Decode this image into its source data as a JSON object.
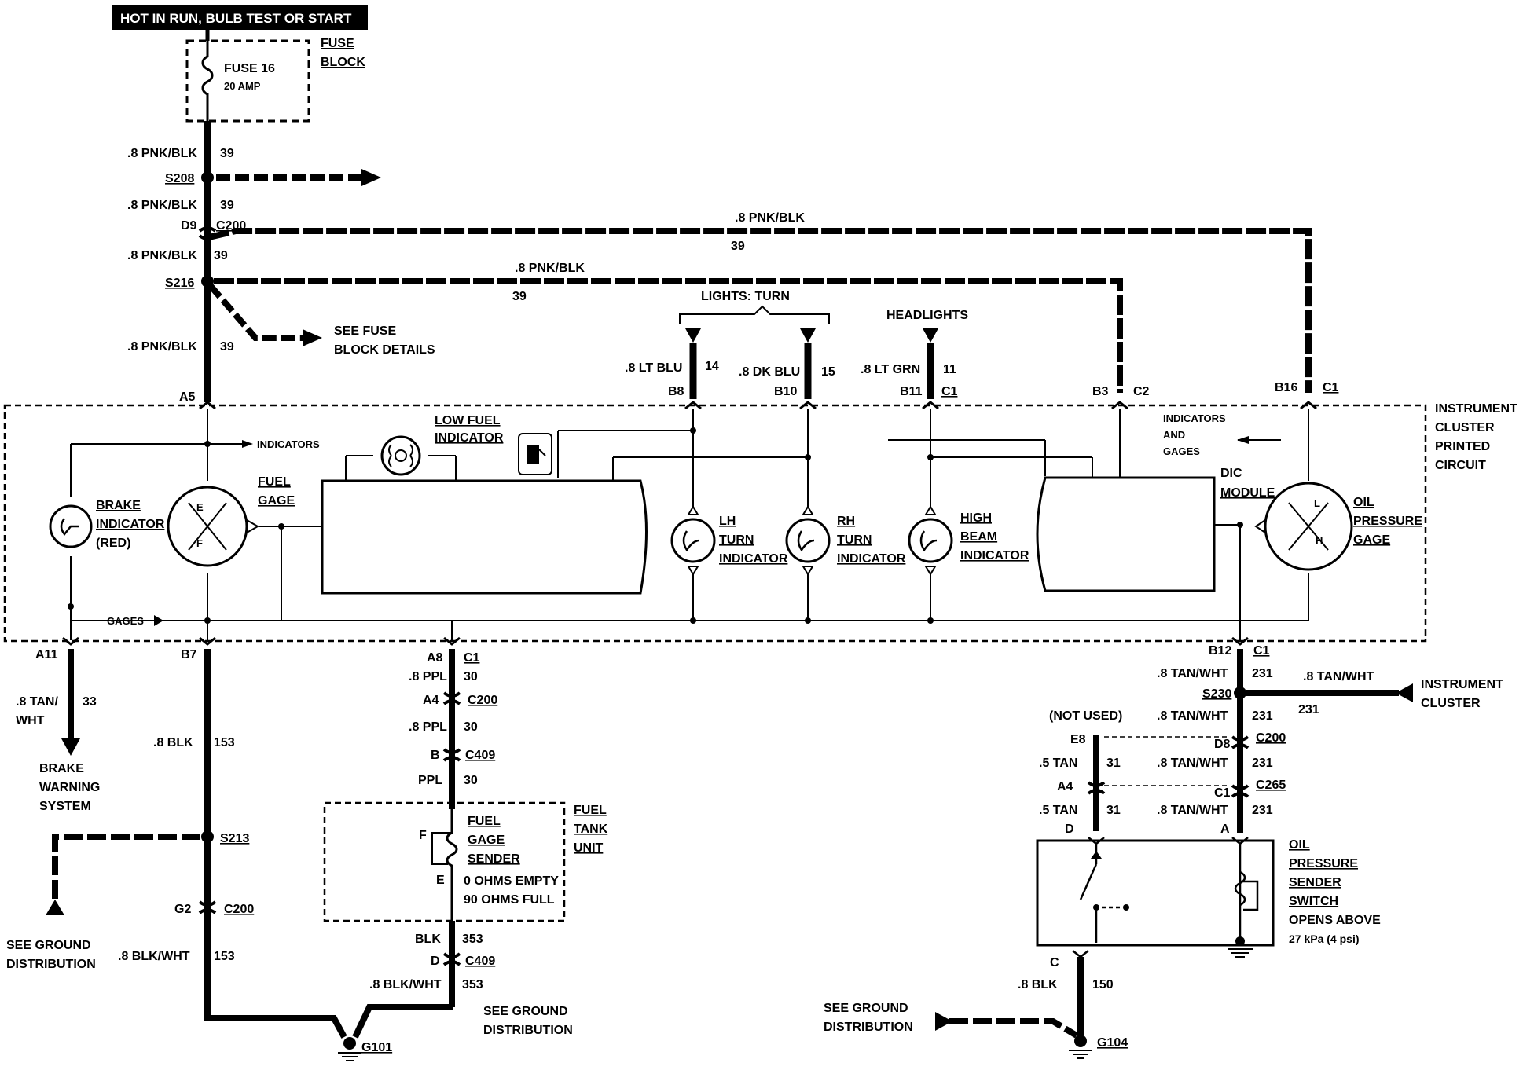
{
  "header": "HOT IN RUN, BULB TEST OR START",
  "fuse_block": {
    "fuse": "FUSE 16",
    "rating": "20 AMP",
    "label_1": "FUSE",
    "label_2": "BLOCK"
  },
  "feed": {
    "wire_1": ".8 PNK/BLK",
    "circuit_1": "39",
    "splice_1": "S208",
    "wire_2": ".8 PNK/BLK",
    "circuit_2": "39",
    "pin_d9": "D9",
    "conn_c200": "C200",
    "wire_3": ".8 PNK/BLK",
    "circuit_3": "39",
    "splice_2": "S216",
    "wire_4": ".8 PNK/BLK",
    "circuit_4": "39",
    "see_fuse_1": "SEE FUSE",
    "see_fuse_2": "BLOCK DETAILS",
    "pin_a5": "A5",
    "top_wire_1": ".8 PNK/BLK",
    "top_circuit_1": "39",
    "top_wire_2": ".8 PNK/BLK",
    "top_circuit_2": "39"
  },
  "lights": {
    "turn_label": "LIGHTS:  TURN",
    "headlights": "HEADLIGHTS",
    "lt_blu": ".8 LT BLU",
    "c14": "14",
    "b8": "B8",
    "dk_blu": ".8 DK BLU",
    "c15": "15",
    "b10": "B10",
    "lt_grn": ".8 LT GRN",
    "c11": "11",
    "b11": "B11",
    "c1a": "C1",
    "b3": "B3",
    "c2": "C2",
    "b16": "B16",
    "c1b": "C1"
  },
  "cluster": {
    "title": [
      "INSTRUMENT",
      "CLUSTER",
      "PRINTED",
      "CIRCUIT"
    ],
    "indicators": "INDICATORS",
    "ind_gages": [
      "INDICATORS",
      "AND",
      "GAGES"
    ],
    "low_fuel": [
      "LOW FUEL",
      "INDICATOR"
    ],
    "fuel_gage": [
      "FUEL",
      "GAGE"
    ],
    "brake": [
      "BRAKE",
      "INDICATOR",
      "(RED)"
    ],
    "lh": [
      "LH",
      "TURN",
      "INDICATOR"
    ],
    "rh": [
      "RH",
      "TURN",
      "INDICATOR"
    ],
    "high": [
      "HIGH",
      "BEAM",
      "INDICATOR"
    ],
    "dic": [
      "DIC",
      "MODULE"
    ],
    "oil": [
      "OIL",
      "PRESSURE",
      "GAGE"
    ],
    "gages": "GAGES",
    "e": "E",
    "f": "F",
    "l": "L",
    "h": "H"
  },
  "brake_warn": {
    "pin": "A11",
    "wire_1": ".8 TAN/",
    "wire_2": "WHT",
    "circuit": "33",
    "sys": [
      "BRAKE",
      "WARNING",
      "SYSTEM"
    ]
  },
  "ground_left": {
    "pin": "B7",
    "wire": ".8 BLK",
    "circuit": "153",
    "splice": "S213",
    "g2": "G2",
    "c200": "C200",
    "wire_2": ".8 BLK/WHT",
    "circuit_2": "153",
    "see_1": "SEE GROUND",
    "see_2": "DISTRIBUTION",
    "g101": "G101"
  },
  "fuel_path": {
    "a8": "A8",
    "c1": "C1",
    "w1": ".8 PPL",
    "n1": "30",
    "a4": "A4",
    "c200": "C200",
    "w2": ".8 PPL",
    "n2": "30",
    "b": "B",
    "c409": "C409",
    "w3": "PPL",
    "n3": "30",
    "sender": [
      "FUEL",
      "GAGE",
      "SENDER"
    ],
    "ohm_1": "0 OHMS EMPTY",
    "ohm_2": "90 OHMS FULL",
    "f": "F",
    "e": "E",
    "tank": [
      "FUEL",
      "TANK",
      "UNIT"
    ],
    "w4": "BLK",
    "n4": "353",
    "d": "D",
    "c409b": "C409",
    "w5": ".8 BLK/WHT",
    "n5": "353",
    "see_1": "SEE GROUND",
    "see_2": "DISTRIBUTION"
  },
  "oil_path": {
    "b12": "B12",
    "c1": "C1",
    "w1": ".8 TAN/WHT",
    "n1": "231",
    "s230": "S230",
    "w_in": ".8 TAN/WHT",
    "n_in": "231",
    "inst_1": "INSTRUMENT",
    "inst_2": "CLUSTER",
    "w2": ".8 TAN/WHT",
    "n2": "231",
    "not_used": "(NOT USED)",
    "e8": "E8",
    "d8": "D8",
    "c200": "C200",
    "w_5tan_1": ".5 TAN",
    "n31_1": "31",
    "w3": ".8 TAN/WHT",
    "n3": "231",
    "a4": "A4",
    "c1b": "C1",
    "c265": "C265",
    "w_5tan_2": ".5 TAN",
    "n31_2": "31",
    "w4": ".8 TAN/WHT",
    "n4": "231",
    "d": "D",
    "a": "A",
    "switch": [
      "OIL",
      "PRESSURE",
      "SENDER",
      "SWITCH"
    ],
    "opens_1": "OPENS ABOVE",
    "opens_2": "27 kPa (4 psi)",
    "c": "C",
    "w5": ".8 BLK",
    "n5": "150",
    "see_1": "SEE GROUND",
    "see_2": "DISTRIBUTION",
    "g104": "G104"
  }
}
